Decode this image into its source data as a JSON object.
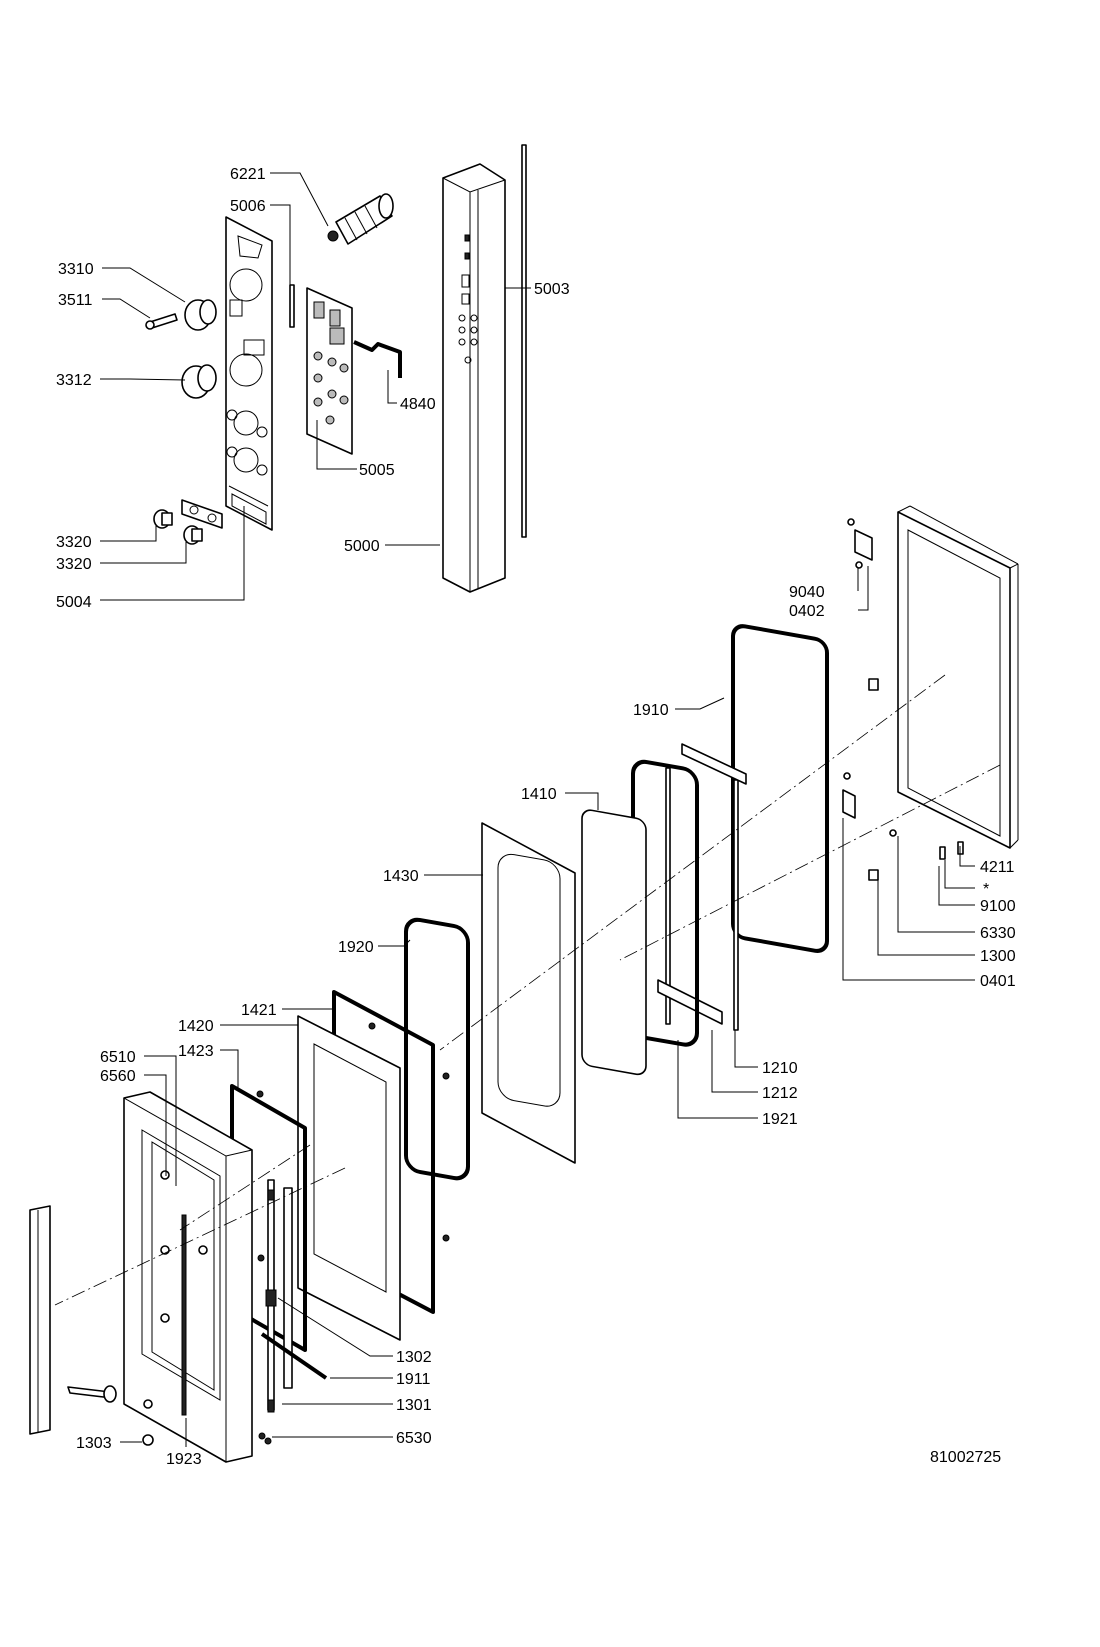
{
  "drawing_number": "81002725",
  "labels": [
    "6221",
    "5006",
    "3310",
    "3511",
    "3312",
    "4840",
    "5005",
    "5003",
    "5000",
    "3320",
    "3320",
    "5004",
    "9040",
    "0402",
    "1910",
    "1410",
    "1430",
    "4211",
    "*",
    "9100",
    "1920",
    "6330",
    "1300",
    "0401",
    "1421",
    "1420",
    "1423",
    "6510",
    "6560",
    "1210",
    "1212",
    "1921",
    "1302",
    "1911",
    "1301",
    "6530",
    "1303",
    "1923"
  ]
}
